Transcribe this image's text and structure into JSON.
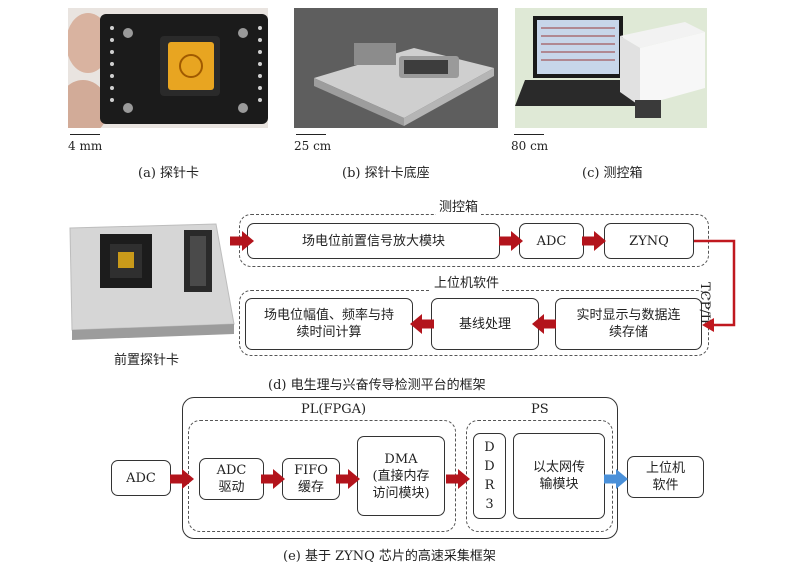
{
  "photos": {
    "a": {
      "scale": "4 mm",
      "caption": "(a) 探针卡"
    },
    "b": {
      "scale": "25 cm",
      "caption": "(b) 探针卡底座"
    },
    "c": {
      "scale": "80 cm",
      "caption": "(c) 测控箱"
    }
  },
  "diagram_d": {
    "box_title": "测控箱",
    "pc_title": "上位机软件",
    "amp": "场电位前置信号放大模块",
    "adc": "ADC",
    "zynq": "ZYNQ",
    "link": "TCP/IP",
    "realtime_line1": "实时显示与数据连",
    "realtime_line2": "续存储",
    "baseline": "基线处理",
    "calc_line1": "场电位幅值、频率与持",
    "calc_line2": "续时间计算",
    "probe_label": "前置探针卡",
    "caption": "(d) 电生理与兴奋传导检测平台的框架"
  },
  "diagram_e": {
    "pl_title": "PL(FPGA)",
    "ps_title": "PS",
    "adc": "ADC",
    "adc_drv_line1": "ADC",
    "adc_drv_line2": "驱动",
    "fifo_line1": "FIFO",
    "fifo_line2": "缓存",
    "dma_line1": "DMA",
    "dma_line2": "(直接内存",
    "dma_line3": "访问模块)",
    "ddr": [
      "D",
      "D",
      "R",
      "3"
    ],
    "eth_line1": "以太网传",
    "eth_line2": "输模块",
    "pc_line1": "上位机",
    "pc_line2": "软件",
    "caption": "(e) 基于 ZYNQ 芯片的高速采集框架"
  },
  "colors": {
    "arrow_red": "#b3141c",
    "arrow_blue": "#4a90d9",
    "link_red": "#c0181f"
  }
}
